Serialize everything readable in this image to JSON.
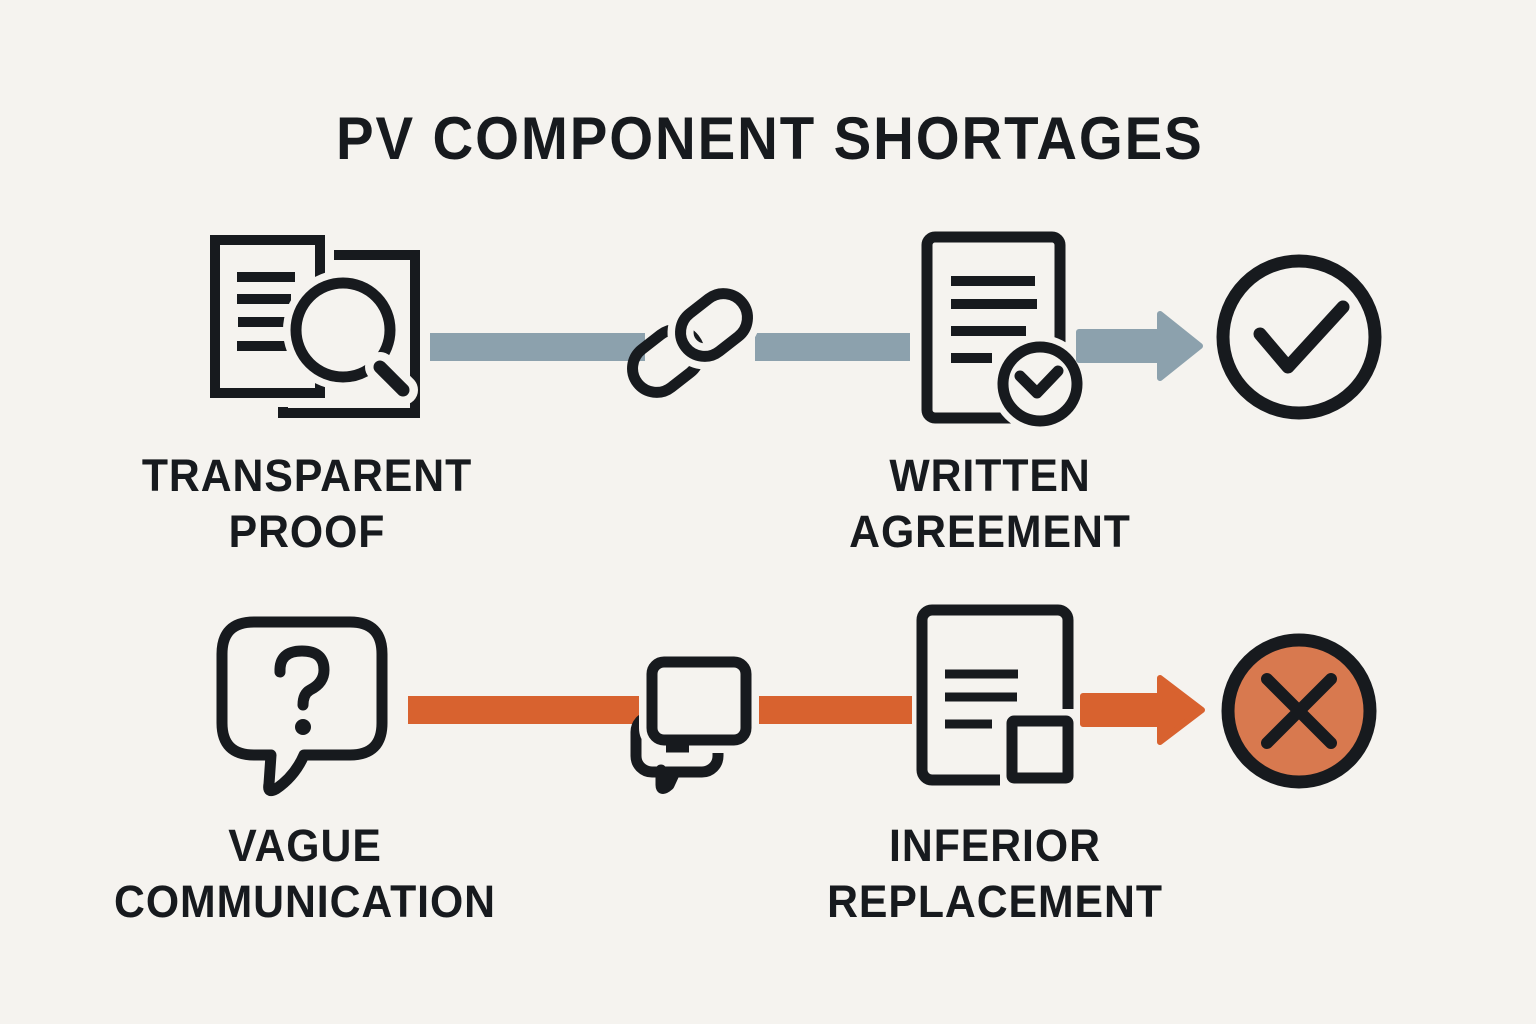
{
  "title": "PV COMPONENT SHORTAGES",
  "rows": {
    "positive": {
      "source": {
        "icon": "document-search-icon",
        "label_line1": "TRANSPARENT",
        "label_line2": "PROOF"
      },
      "connector": {
        "icon": "chain-link-icon"
      },
      "target": {
        "icon": "document-check-icon",
        "label_line1": "WRITTEN",
        "label_line2": "AGREEMENT"
      },
      "outcome": {
        "icon": "check-circle-icon"
      },
      "arrow_color": "#8CA1AD"
    },
    "negative": {
      "source": {
        "icon": "speech-bubble-question-icon",
        "label_line1": "VAGUE",
        "label_line2": "COMMUNICATION"
      },
      "connector": {
        "icon": "chat-windows-icon"
      },
      "target": {
        "icon": "document-replacement-icon",
        "label_line1": "INFERIOR",
        "label_line2": "REPLACEMENT"
      },
      "outcome": {
        "icon": "cross-circle-icon"
      },
      "arrow_color": "#D8622F"
    }
  },
  "colors": {
    "background": "#F5F3EF",
    "ink": "#171A1E",
    "positive_arrow_gray": "#8CA1AD",
    "negative_arrow_orange": "#D8622F",
    "negative_outcome_fill": "#D8794F"
  }
}
